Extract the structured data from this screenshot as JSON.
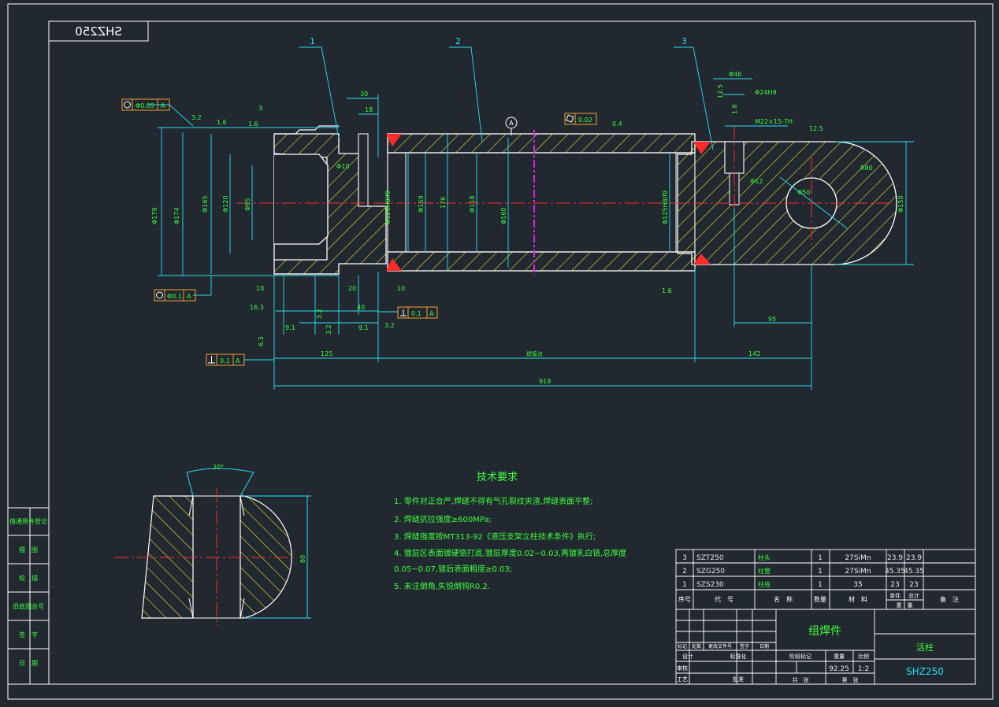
{
  "drawing": {
    "mirrored_code": "SHZ250",
    "balloons": [
      "1",
      "2",
      "3"
    ],
    "datum": "A"
  },
  "feature_control_frames": {
    "top_left": {
      "value": "Φ0.05",
      "datum": "A"
    },
    "bottom_left": {
      "value": "Φ0.1",
      "datum": "A"
    },
    "flatness": {
      "value": "0.02"
    },
    "perp_mid": {
      "value": "0.1",
      "datum": "A"
    },
    "perp_bottom": {
      "value": "0.1",
      "datum": "A"
    }
  },
  "dimensions": {
    "d30": "30",
    "d18": "18",
    "d3": "3",
    "d32a": "3.2",
    "d16a": "1.6",
    "d16b": "1.6",
    "phi10": "Φ10",
    "phi179": "Φ179",
    "phi174": "Φ174",
    "phi165": "Φ165",
    "phi120": "Φ120",
    "phi95": "Φ95",
    "phi125": "Φ125H8/f9",
    "phi159": "Φ159",
    "d176": "176",
    "phi118": "Φ118",
    "phi160": "Φ160",
    "phi125b": "Φ125H8/f9",
    "phi46": "Φ46",
    "phi24": "Φ24H9",
    "d125top": "12.5",
    "d16c": "1.6",
    "m22": "M22×15-7H",
    "phi12": "Φ12",
    "d125r": "12.5",
    "r80": "R80",
    "phi50": "Φ50",
    "phi150": "Φ150",
    "d04": "0.4",
    "d10a": "10",
    "d163": "16.3",
    "d91a": "9.1",
    "d32b": "3.2",
    "d32c": "3.2",
    "d20": "20",
    "d10b": "10",
    "d40": "40",
    "d91b": "9.1",
    "d32d": "3.2",
    "d63": "6.3",
    "d16d": "1.6",
    "d95": "95",
    "d125": "125",
    "d142": "142",
    "d919": "919",
    "weld_note": "焊接点"
  },
  "section_view": {
    "angle": "20°",
    "height": "80"
  },
  "technical_requirements": {
    "title": "技术要求",
    "items": [
      "1. 零件对正合严,焊缝不得有气孔裂纹夹渣,焊缝表面平整;",
      "2. 焊缝抗拉强度≥600MPa;",
      "3. 焊缝强度按MT313-92《液压支架立柱技术条件》执行;",
      "4. 镀层区表面镀硬铬打底,镀层厚度0.02~0.03,再镀乳白铬,总厚度",
      "   0.05~0.07,镀后表面粗度≥0.03;",
      "5. 未注倒角,失锐倒钝R0.2."
    ]
  },
  "left_stamp": [
    "借通用件登记",
    "描　图",
    "校　描",
    "旧底图总号",
    "签　字",
    "日　期"
  ],
  "bom": {
    "rows": [
      {
        "no": "3",
        "code": "SZT250",
        "name": "柱头",
        "qty": "1",
        "material": "27SiMn",
        "unit": "23.9",
        "total": "23.9"
      },
      {
        "no": "2",
        "code": "SZG250",
        "name": "柱管",
        "qty": "1",
        "material": "27SiMn",
        "unit": "45.35",
        "total": "45.35"
      },
      {
        "no": "1",
        "code": "SZS230",
        "name": "柱底",
        "qty": "1",
        "material": "35",
        "unit": "23",
        "total": "23"
      }
    ],
    "header": {
      "no": "序号",
      "code": "代　号",
      "name": "名　称",
      "qty": "数量",
      "material": "材　料",
      "unit": "单件",
      "total": "总计",
      "weight": "重　量",
      "remark": "备　注"
    }
  },
  "title_block": {
    "part_name": "组焊件",
    "product": "活柱",
    "drawing_code": "SHZ250",
    "weight": "92.25",
    "scale": "1:2",
    "labels": {
      "mark": "标记",
      "count": "处数",
      "doc": "更改文件号",
      "sign": "签字",
      "date": "日期",
      "design": "设计",
      "std": "标准化",
      "stage": "阶段标记",
      "wt": "重量",
      "sc": "比例",
      "check": "审核",
      "proc": "工艺",
      "approve": "批准",
      "sheet_total": "共　张",
      "sheet": "第　张"
    }
  },
  "colors": {
    "background": "#212830",
    "frame": "#ffffff",
    "outline": "#ffffff",
    "hatch": "#e8e830",
    "dimension": "#29e0f0",
    "text": "#3dff3d",
    "center": "#ff2a2a",
    "magenta": "#e020e0",
    "frame_box": "#f0a030"
  }
}
